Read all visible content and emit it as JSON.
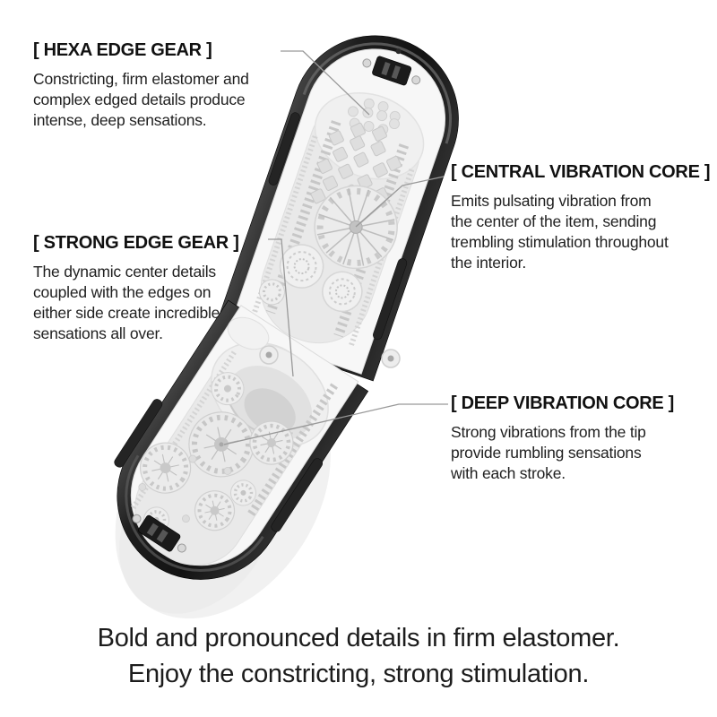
{
  "callouts": [
    {
      "id": "hexa-edge-gear",
      "title": "[ HEXA EDGE GEAR ]",
      "lines": [
        "Constricting, firm elastomer and",
        "complex edged details produce",
        "intense, deep sensations."
      ]
    },
    {
      "id": "central-vibration-core",
      "title": "[ CENTRAL VIBRATION CORE ]",
      "lines": [
        "Emits pulsating vibration from",
        "the center of the item, sending",
        "trembling stimulation throughout",
        "the interior."
      ]
    },
    {
      "id": "strong-edge-gear",
      "title": "[ STRONG EDGE GEAR ]",
      "lines": [
        "The dynamic center details",
        "coupled with the edges on",
        "either side create incredible",
        "sensations all over."
      ]
    },
    {
      "id": "deep-vibration-core",
      "title": "[ DEEP VIBRATION CORE ]",
      "lines": [
        "Strong vibrations from the tip",
        "provide rumbling sensations",
        "with each stroke."
      ]
    }
  ],
  "caption": {
    "line1": "Bold and pronounced details in firm elastomer.",
    "line2": "Enjoy the constricting, strong stimulation."
  },
  "colors": {
    "background": "#ffffff",
    "heading_text": "#111111",
    "body_text": "#1f1f1f",
    "caption_text": "#1c1c1c",
    "leader_line": "#999999",
    "shell_black": "#1a1a1a",
    "lining_white": "#f7f7f7",
    "texture_gray": "#e9e9e9"
  }
}
